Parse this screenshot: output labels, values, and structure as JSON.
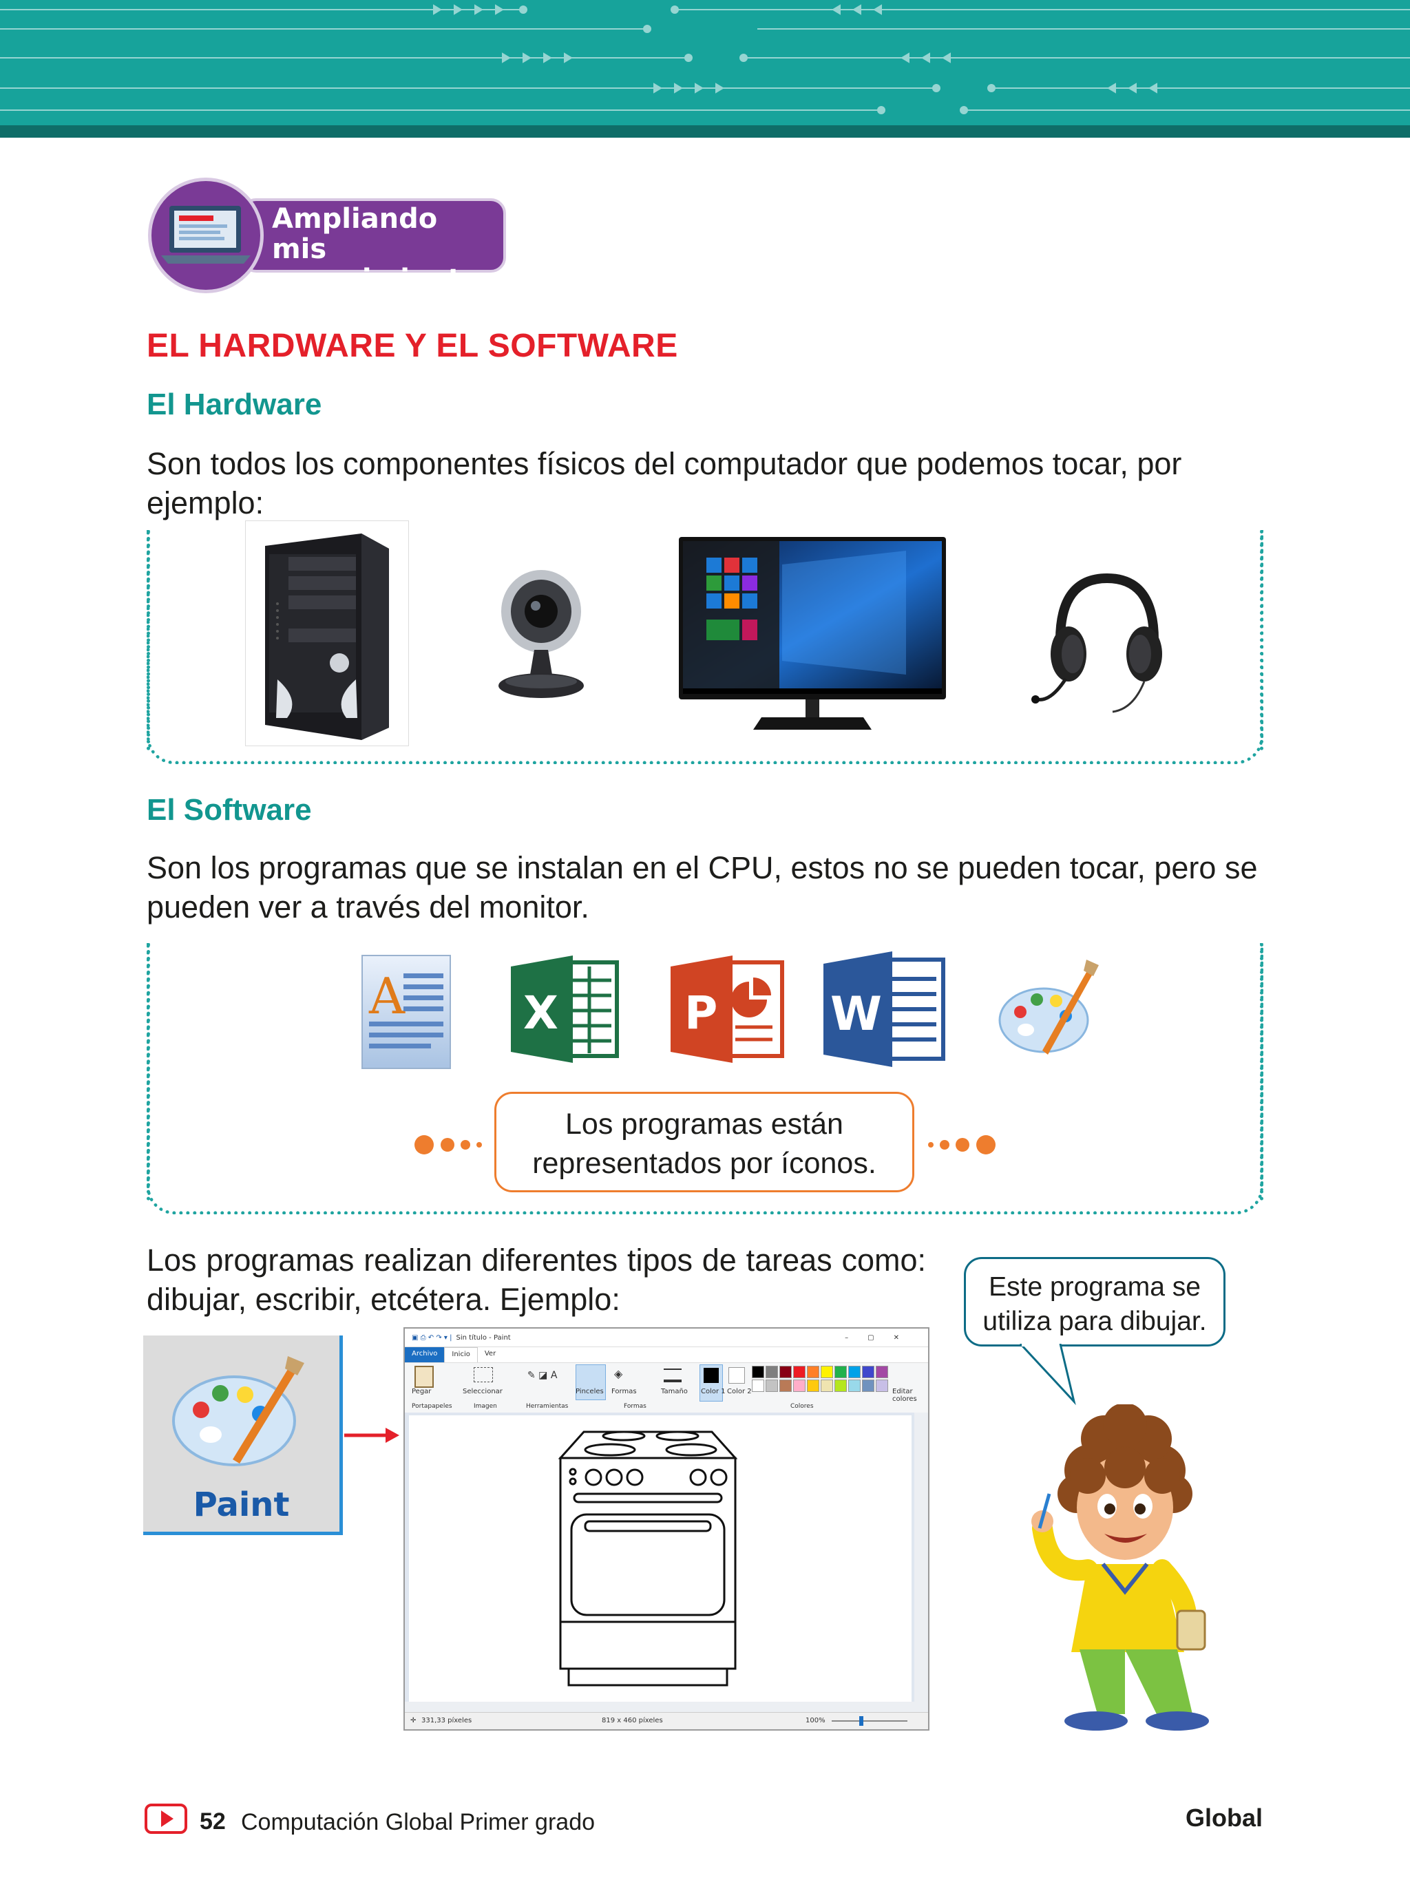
{
  "colors": {
    "teal": "#17a39b",
    "purple": "#7a3a96",
    "red": "#e4202a",
    "orange": "#ee7d2e",
    "blue": "#1a5aa8"
  },
  "badge": {
    "line1": "Ampliando mis",
    "line2": "conocimientos",
    "icon": "laptop-icon"
  },
  "title": "EL HARDWARE Y EL SOFTWARE",
  "hardware": {
    "heading": "El Hardware",
    "text": "Son todos los componentes físicos del computador que podemos tocar, por ejemplo:",
    "items": [
      "cpu-tower",
      "webcam",
      "monitor",
      "headset"
    ]
  },
  "software": {
    "heading": "El Software",
    "text": "Son los programas que se instalan en el CPU, estos no se pueden tocar, pero se pueden ver a través del monitor.",
    "icons": [
      "wordpad-icon",
      "excel-icon",
      "powerpoint-icon",
      "word-icon",
      "paint-icon"
    ],
    "icon_letters": {
      "wordpad": "A",
      "excel": "X",
      "powerpoint": "P",
      "word": "W"
    },
    "callout": {
      "line1": "Los programas están",
      "line2": "representados por íconos."
    }
  },
  "programs": {
    "text": "Los programas realizan diferentes tipos de tareas como: dibujar, escribir, etcétera. Ejemplo:",
    "speech_line1": "Este programa se",
    "speech_line2": "utiliza para dibujar.",
    "paint_label": "Paint"
  },
  "paint_window": {
    "title": "Sin título - Paint",
    "tabs": [
      "Archivo",
      "Inicio",
      "Ver"
    ],
    "tools": [
      "Pegar",
      "Seleccionar",
      "Pinceles",
      "Formas",
      "Tamaño",
      "Color 1",
      "Color 2",
      "Editar colores"
    ],
    "groups": [
      "Portapapeles",
      "Imagen",
      "Herramientas",
      "Formas",
      "Colores"
    ],
    "status_position": "331,33 píxeles",
    "status_size": "819 x 460 píxeles",
    "zoom": "100%",
    "palette": [
      "#000000",
      "#7f7f7f",
      "#880015",
      "#ed1c24",
      "#ff7f27",
      "#fff200",
      "#22b14c",
      "#00a2e8",
      "#3f48cc",
      "#a349a4",
      "#ffffff",
      "#c3c3c3",
      "#b97a57",
      "#ffaec9",
      "#ffc90e",
      "#efe4b0",
      "#b5e61d",
      "#99d9ea",
      "#7092be",
      "#c8bfe7"
    ]
  },
  "footer": {
    "page": "52",
    "book": "Computación Global Primer grado",
    "brand": "Global"
  }
}
